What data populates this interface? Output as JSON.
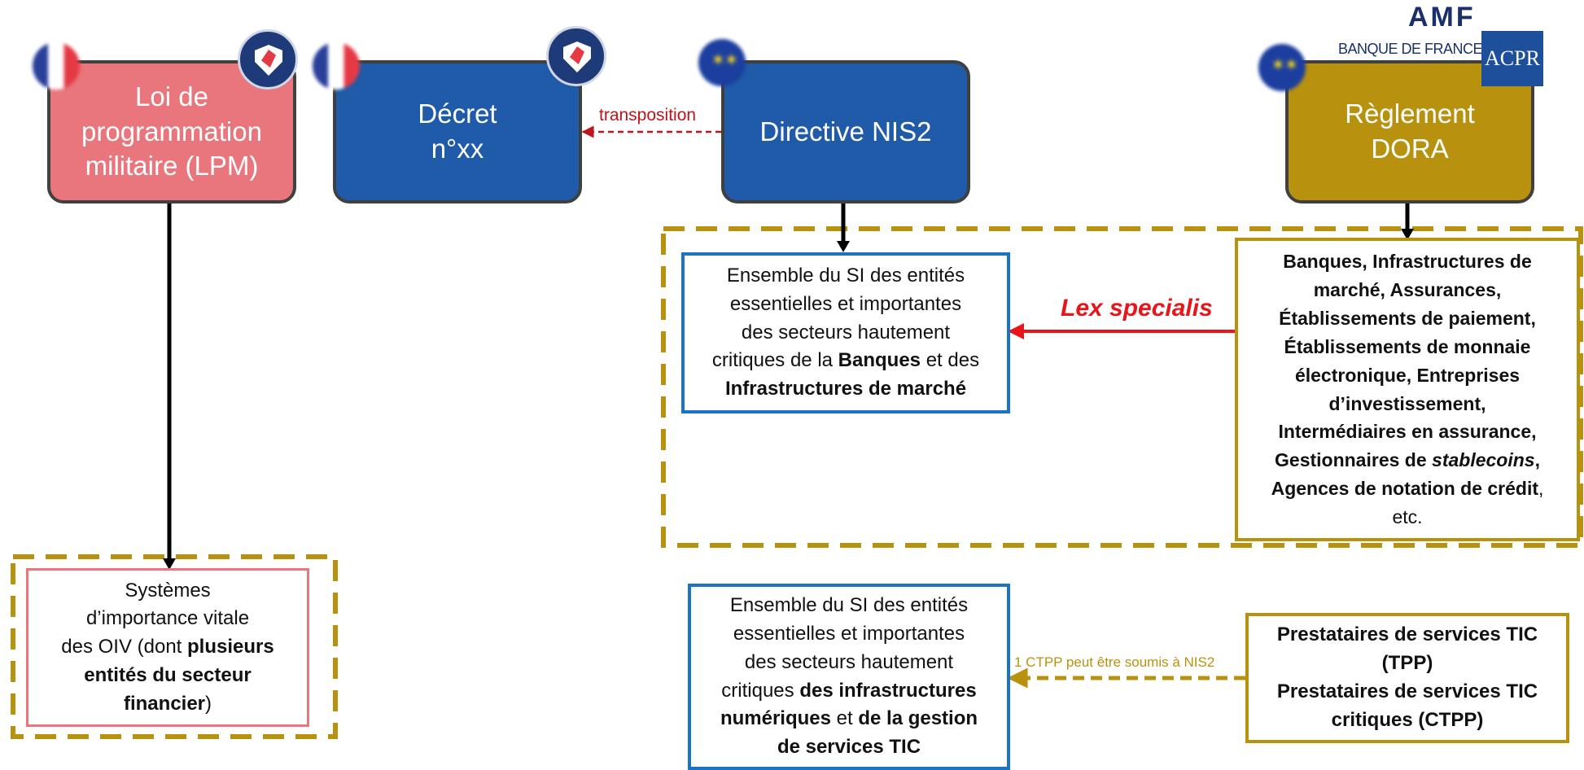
{
  "laws": {
    "lpm": [
      "Loi de",
      "programmation",
      "militaire (LPM)"
    ],
    "decret": [
      "Décret",
      "n°xx"
    ],
    "nis2": [
      "Directive NIS2"
    ],
    "dora": [
      "Règlement",
      "DORA"
    ]
  },
  "edges": {
    "transposition": "transposition",
    "lex_specialis": "Lex specialis",
    "ctpp_nis2": "1 CTPP peut être soumis à NIS2"
  },
  "boxes": {
    "oiv": {
      "l1": "Systèmes",
      "l2": "d’importance vitale",
      "l3_pre": "des OIV (dont ",
      "l3_bold": "plusieurs",
      "l4_bold": "entités du secteur",
      "l5_bold": "financier",
      "l5_post": ")"
    },
    "nis2_finance": {
      "l1": "Ensemble du SI des entités",
      "l2": "essentielles et importantes",
      "l3": "des secteurs hautement",
      "l4_pre": "critiques de la ",
      "l4_bold": "Banques",
      "l4_post": " et des",
      "l5_bold": "Infrastructures de marché"
    },
    "nis2_digital": {
      "l1": "Ensemble du SI des entités",
      "l2": "essentielles et importantes",
      "l3": "des secteurs hautement",
      "l4_pre": "critiques ",
      "l4_bold": "des infrastructures",
      "l5_bold_a": "numériques",
      "l5_mid": " et ",
      "l5_bold_b": "de la gestion",
      "l6_bold": "de services TIC"
    },
    "dora_entities": {
      "l1": "Banques, Infrastructures de",
      "l2": "marché, Assurances,",
      "l3": "Établissements de paiement,",
      "l4": "Établissements de monnaie",
      "l5": "électronique, Entreprises",
      "l6": "d’investissement,",
      "l7": "Intermédiaires en assurance,",
      "l8_pre": "Gestionnaires de ",
      "l8_italic": "stablecoins",
      "l8_post": ",",
      "l9": "Agences de notation de crédit",
      "l9_post": ",",
      "l10": "etc."
    },
    "tpp": {
      "l1": "Prestataires de services TIC",
      "l2": "(TPP)",
      "l3": "Prestataires de services TIC",
      "l4": "critiques (CTPP)"
    }
  },
  "logos": {
    "amf": "AMF",
    "banque_de_france": "BANQUE DE FRANCE",
    "acpr": "ACPR"
  },
  "icons": {
    "flag_fr": "french-flag-icon",
    "flag_eu": "eu-flag-icon",
    "anssi": "anssi-seal-icon"
  },
  "colors": {
    "lpm": "#E8767C",
    "blue_law": "#1F5BA8",
    "dora": "#B8920E",
    "box_blue_border": "#1A73C3",
    "transposition": "#C0141B",
    "lex_specialis": "#E8151B",
    "gold": "#B8920E"
  }
}
